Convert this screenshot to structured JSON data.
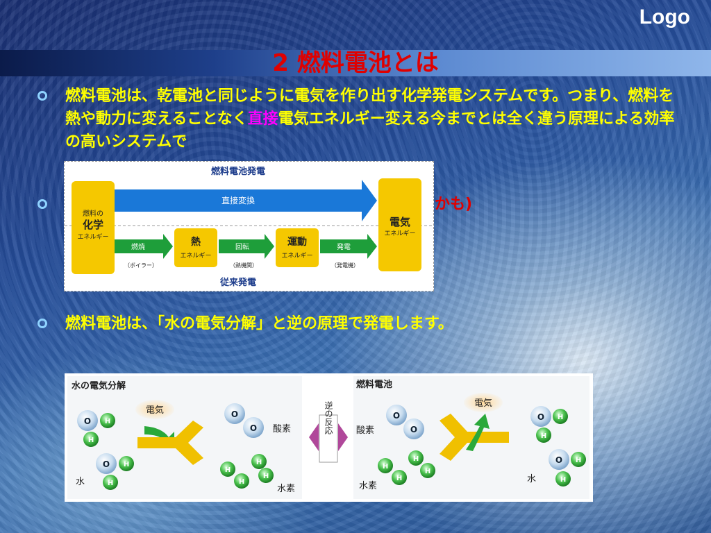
{
  "logo": "Logo",
  "title": "2  燃料電池とは",
  "bullet1": {
    "part1": "燃料電池は、乾電池と同じように電気を作り出す化学発電システムです。つまり、燃料を熱や動力に変えることなく",
    "highlight": "直接",
    "part2": "電気エネルギー変える今までとは全く違う原理による効率の高いシステムで"
  },
  "bullet2": {
    "partial": "かも)"
  },
  "bullet3": {
    "text": "燃料電池は、「水の電気分解」と逆の原理で発電します。"
  },
  "fig1": {
    "top_title": "燃料電池発電",
    "bottom_title": "従来発電",
    "left_box": {
      "line1": "燃料の",
      "line2": "化学",
      "line3": "エネルギー"
    },
    "right_box": {
      "line1": "電気",
      "line2": "エネルギー"
    },
    "direct_arrow": "直接変換",
    "step1": {
      "label": "燃焼",
      "sub": "（ボイラー）"
    },
    "heat_box": {
      "line1": "熱",
      "line2": "エネルギー"
    },
    "step2": {
      "label": "回転",
      "sub": "（熱機関）"
    },
    "motion_box": {
      "line1": "運動",
      "line2": "エネルギー"
    },
    "step3": {
      "label": "発電",
      "sub": "（発電機）"
    }
  },
  "fig2": {
    "left_title": "水の電気分解",
    "right_title": "燃料電池",
    "electricity": "電気",
    "oxygen": "酸素",
    "hydrogen": "水素",
    "water": "水",
    "reverse": "逆の反応",
    "atom_o": "O",
    "atom_h": "H"
  },
  "colors": {
    "title_red": "#e00000",
    "text_yellow": "#ffff00",
    "highlight_magenta": "#ff00ff",
    "box_yellow": "#f5c800",
    "arrow_blue": "#1a78d8",
    "arrow_green": "#1e9e3a"
  }
}
